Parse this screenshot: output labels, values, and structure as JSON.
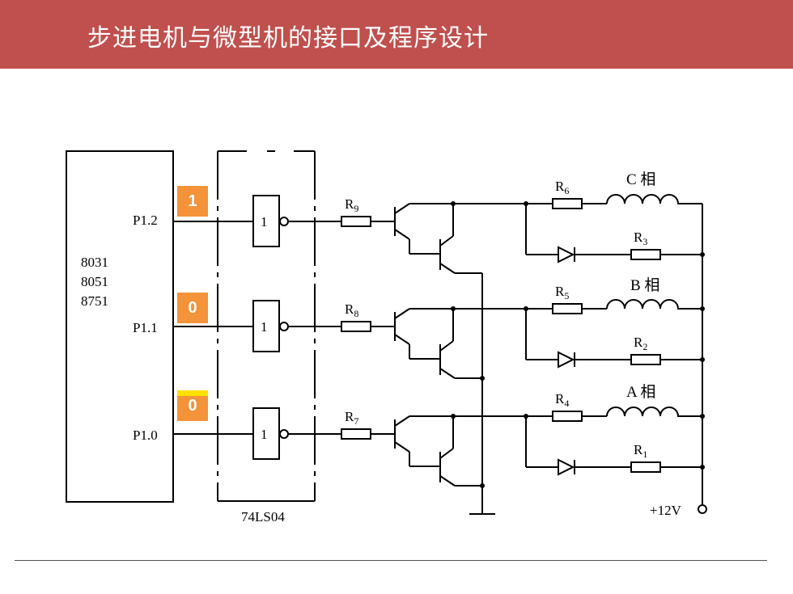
{
  "title": "步进电机与微型机的接口及程序设计",
  "mcu": {
    "line1": "8031",
    "line2": "8051",
    "line3": "8751"
  },
  "ports": {
    "p12": "P1.2",
    "p11": "P1.1",
    "p10": "P1.0"
  },
  "bits": {
    "p12": "1",
    "p11": "0",
    "p10": "0"
  },
  "inverter": {
    "label": "1",
    "chip": "74LS04"
  },
  "resistors": {
    "r9": "R",
    "r9s": "9",
    "r8": "R",
    "r8s": "8",
    "r7": "R",
    "r7s": "7",
    "r6": "R",
    "r6s": "6",
    "r5": "R",
    "r5s": "5",
    "r4": "R",
    "r4s": "4",
    "r3": "R",
    "r3s": "3",
    "r2": "R",
    "r2s": "2",
    "r1": "R",
    "r1s": "1"
  },
  "phases": {
    "c": "C 相",
    "b": "B 相",
    "a": "A 相"
  },
  "supply": "+12V",
  "colors": {
    "title_bg": "#c0504d",
    "bit_bg": "#f4933a",
    "bit_highlight": "#ffe000"
  }
}
